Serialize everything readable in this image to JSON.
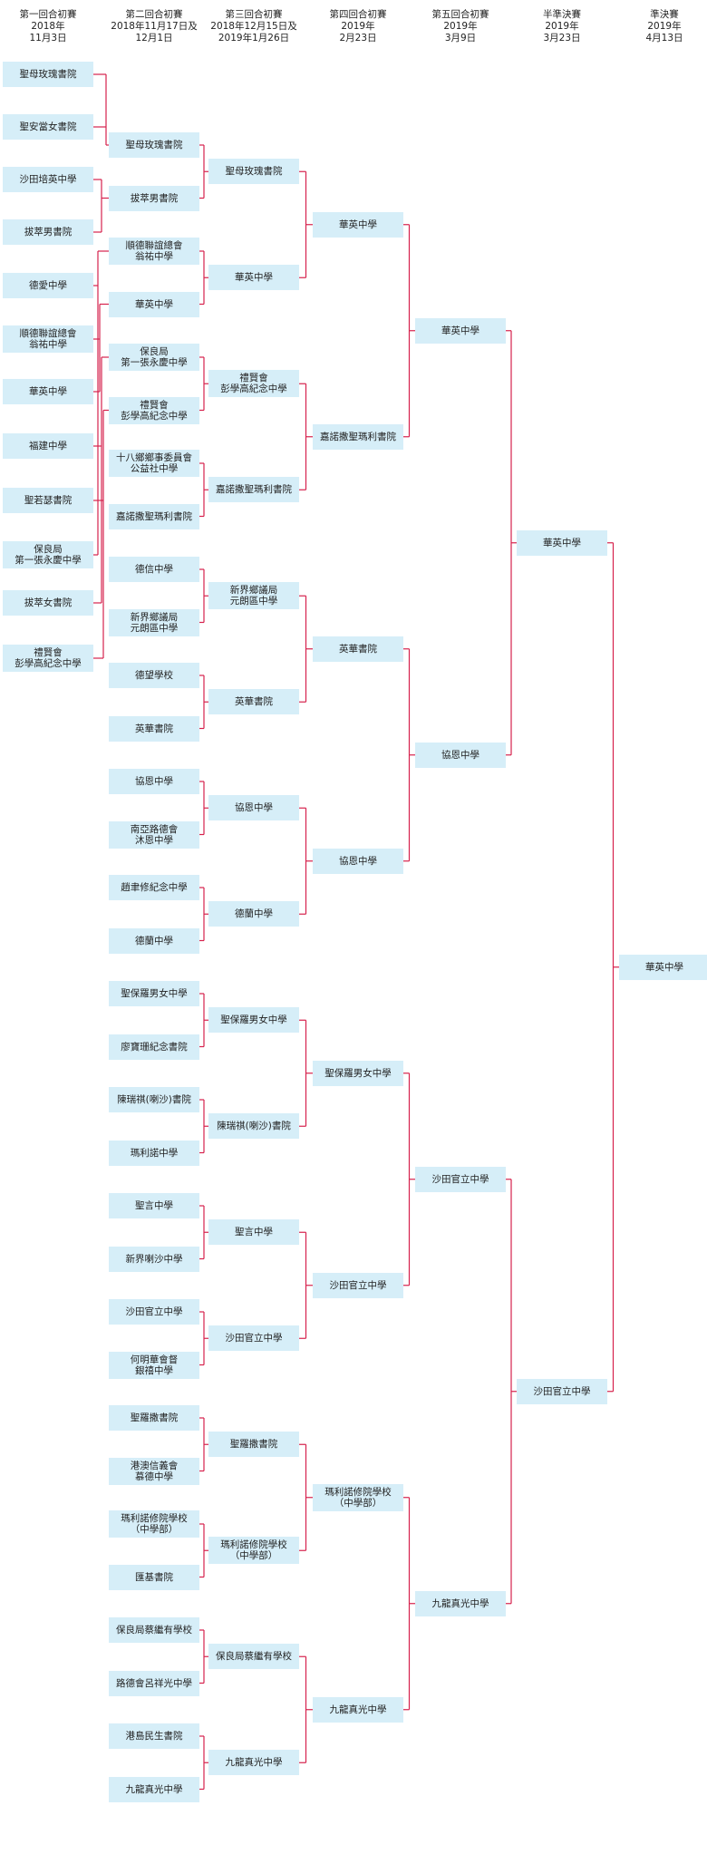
{
  "colors": {
    "box": "#d6eef8",
    "connector": "#d6224d",
    "text": "#222222"
  },
  "rounds": [
    {
      "header": [
        "第一回合初賽",
        "2018年",
        "11月3日"
      ],
      "teams": [
        [
          "聖母玫瑰書院"
        ],
        [
          "聖安當女書院"
        ],
        [
          "沙田培英中學"
        ],
        [
          "拔萃男書院"
        ],
        [
          "德愛中學"
        ],
        [
          "順德聯誼總會",
          "翁祐中學"
        ],
        [
          "華英中學"
        ],
        [
          "福建中學"
        ],
        [
          "聖若瑟書院"
        ],
        [
          "保良局",
          "第一張永慶中學"
        ],
        [
          "拔萃女書院"
        ],
        [
          "禮賢會",
          "彭學高紀念中學"
        ]
      ]
    },
    {
      "header": [
        "第二回合初賽",
        "2018年11月17日及",
        "12月1日"
      ],
      "teams": [
        [
          "聖母玫瑰書院"
        ],
        [
          "拔萃男書院"
        ],
        [
          "順德聯誼總會",
          "翁祐中學"
        ],
        [
          "華英中學"
        ],
        [
          "保良局",
          "第一張永慶中學"
        ],
        [
          "禮賢會",
          "彭學高紀念中學"
        ],
        [
          "十八鄉鄉事委員會",
          "公益社中學"
        ],
        [
          "嘉諾撒聖瑪利書院"
        ],
        [
          "德信中學"
        ],
        [
          "新界鄉議局",
          "元朗區中學"
        ],
        [
          "德望學校"
        ],
        [
          "英華書院"
        ],
        [
          "協恩中學"
        ],
        [
          "南亞路德會",
          "沐恩中學"
        ],
        [
          "趙聿修紀念中學"
        ],
        [
          "德蘭中學"
        ],
        [
          "聖保羅男女中學"
        ],
        [
          "廖寶珊紀念書院"
        ],
        [
          "陳瑞祺(喇沙)書院"
        ],
        [
          "瑪利諾中學"
        ],
        [
          "聖言中學"
        ],
        [
          "新界喇沙中學"
        ],
        [
          "沙田官立中學"
        ],
        [
          "何明華會督",
          "銀禧中學"
        ],
        [
          "聖羅撒書院"
        ],
        [
          "港澳信義會",
          "慕德中學"
        ],
        [
          "瑪利諾修院學校",
          "（中學部）"
        ],
        [
          "匯基書院"
        ],
        [
          "保良局蔡繼有學校"
        ],
        [
          "路德會呂祥光中學"
        ],
        [
          "港島民生書院"
        ],
        [
          "九龍真光中學"
        ]
      ]
    },
    {
      "header": [
        "第三回合初賽",
        "2018年12月15日及",
        "2019年1月26日"
      ],
      "teams": [
        [
          "聖母玫瑰書院"
        ],
        [
          "華英中學"
        ],
        [
          "禮賢會",
          "彭學高紀念中學"
        ],
        [
          "嘉諾撒聖瑪利書院"
        ],
        [
          "新界鄉議局",
          "元朗區中學"
        ],
        [
          "英華書院"
        ],
        [
          "協恩中學"
        ],
        [
          "德蘭中學"
        ],
        [
          "聖保羅男女中學"
        ],
        [
          "陳瑞祺(喇沙)書院"
        ],
        [
          "聖言中學"
        ],
        [
          "沙田官立中學"
        ],
        [
          "聖羅撒書院"
        ],
        [
          "瑪利諾修院學校",
          "（中學部）"
        ],
        [
          "保良局蔡繼有學校"
        ],
        [
          "九龍真光中學"
        ]
      ]
    },
    {
      "header": [
        "第四回合初賽",
        "2019年",
        "2月23日"
      ],
      "teams": [
        [
          "華英中學"
        ],
        [
          "嘉諾撒聖瑪利書院"
        ],
        [
          "英華書院"
        ],
        [
          "協恩中學"
        ],
        [
          "聖保羅男女中學"
        ],
        [
          "沙田官立中學"
        ],
        [
          "瑪利諾修院學校",
          "（中學部）"
        ],
        [
          "九龍真光中學"
        ]
      ]
    },
    {
      "header": [
        "第五回合初賽",
        "2019年",
        "3月9日"
      ],
      "teams": [
        [
          "華英中學"
        ],
        [
          "協恩中學"
        ],
        [
          "沙田官立中學"
        ],
        [
          "九龍真光中學"
        ]
      ]
    },
    {
      "header": [
        "半準決賽",
        "2019年",
        "3月23日"
      ],
      "teams": [
        [
          "華英中學"
        ],
        [
          "沙田官立中學"
        ]
      ]
    },
    {
      "header": [
        "準決賽",
        "2019年",
        "4月13日"
      ],
      "teams": [
        [
          "華英中學"
        ]
      ]
    }
  ]
}
